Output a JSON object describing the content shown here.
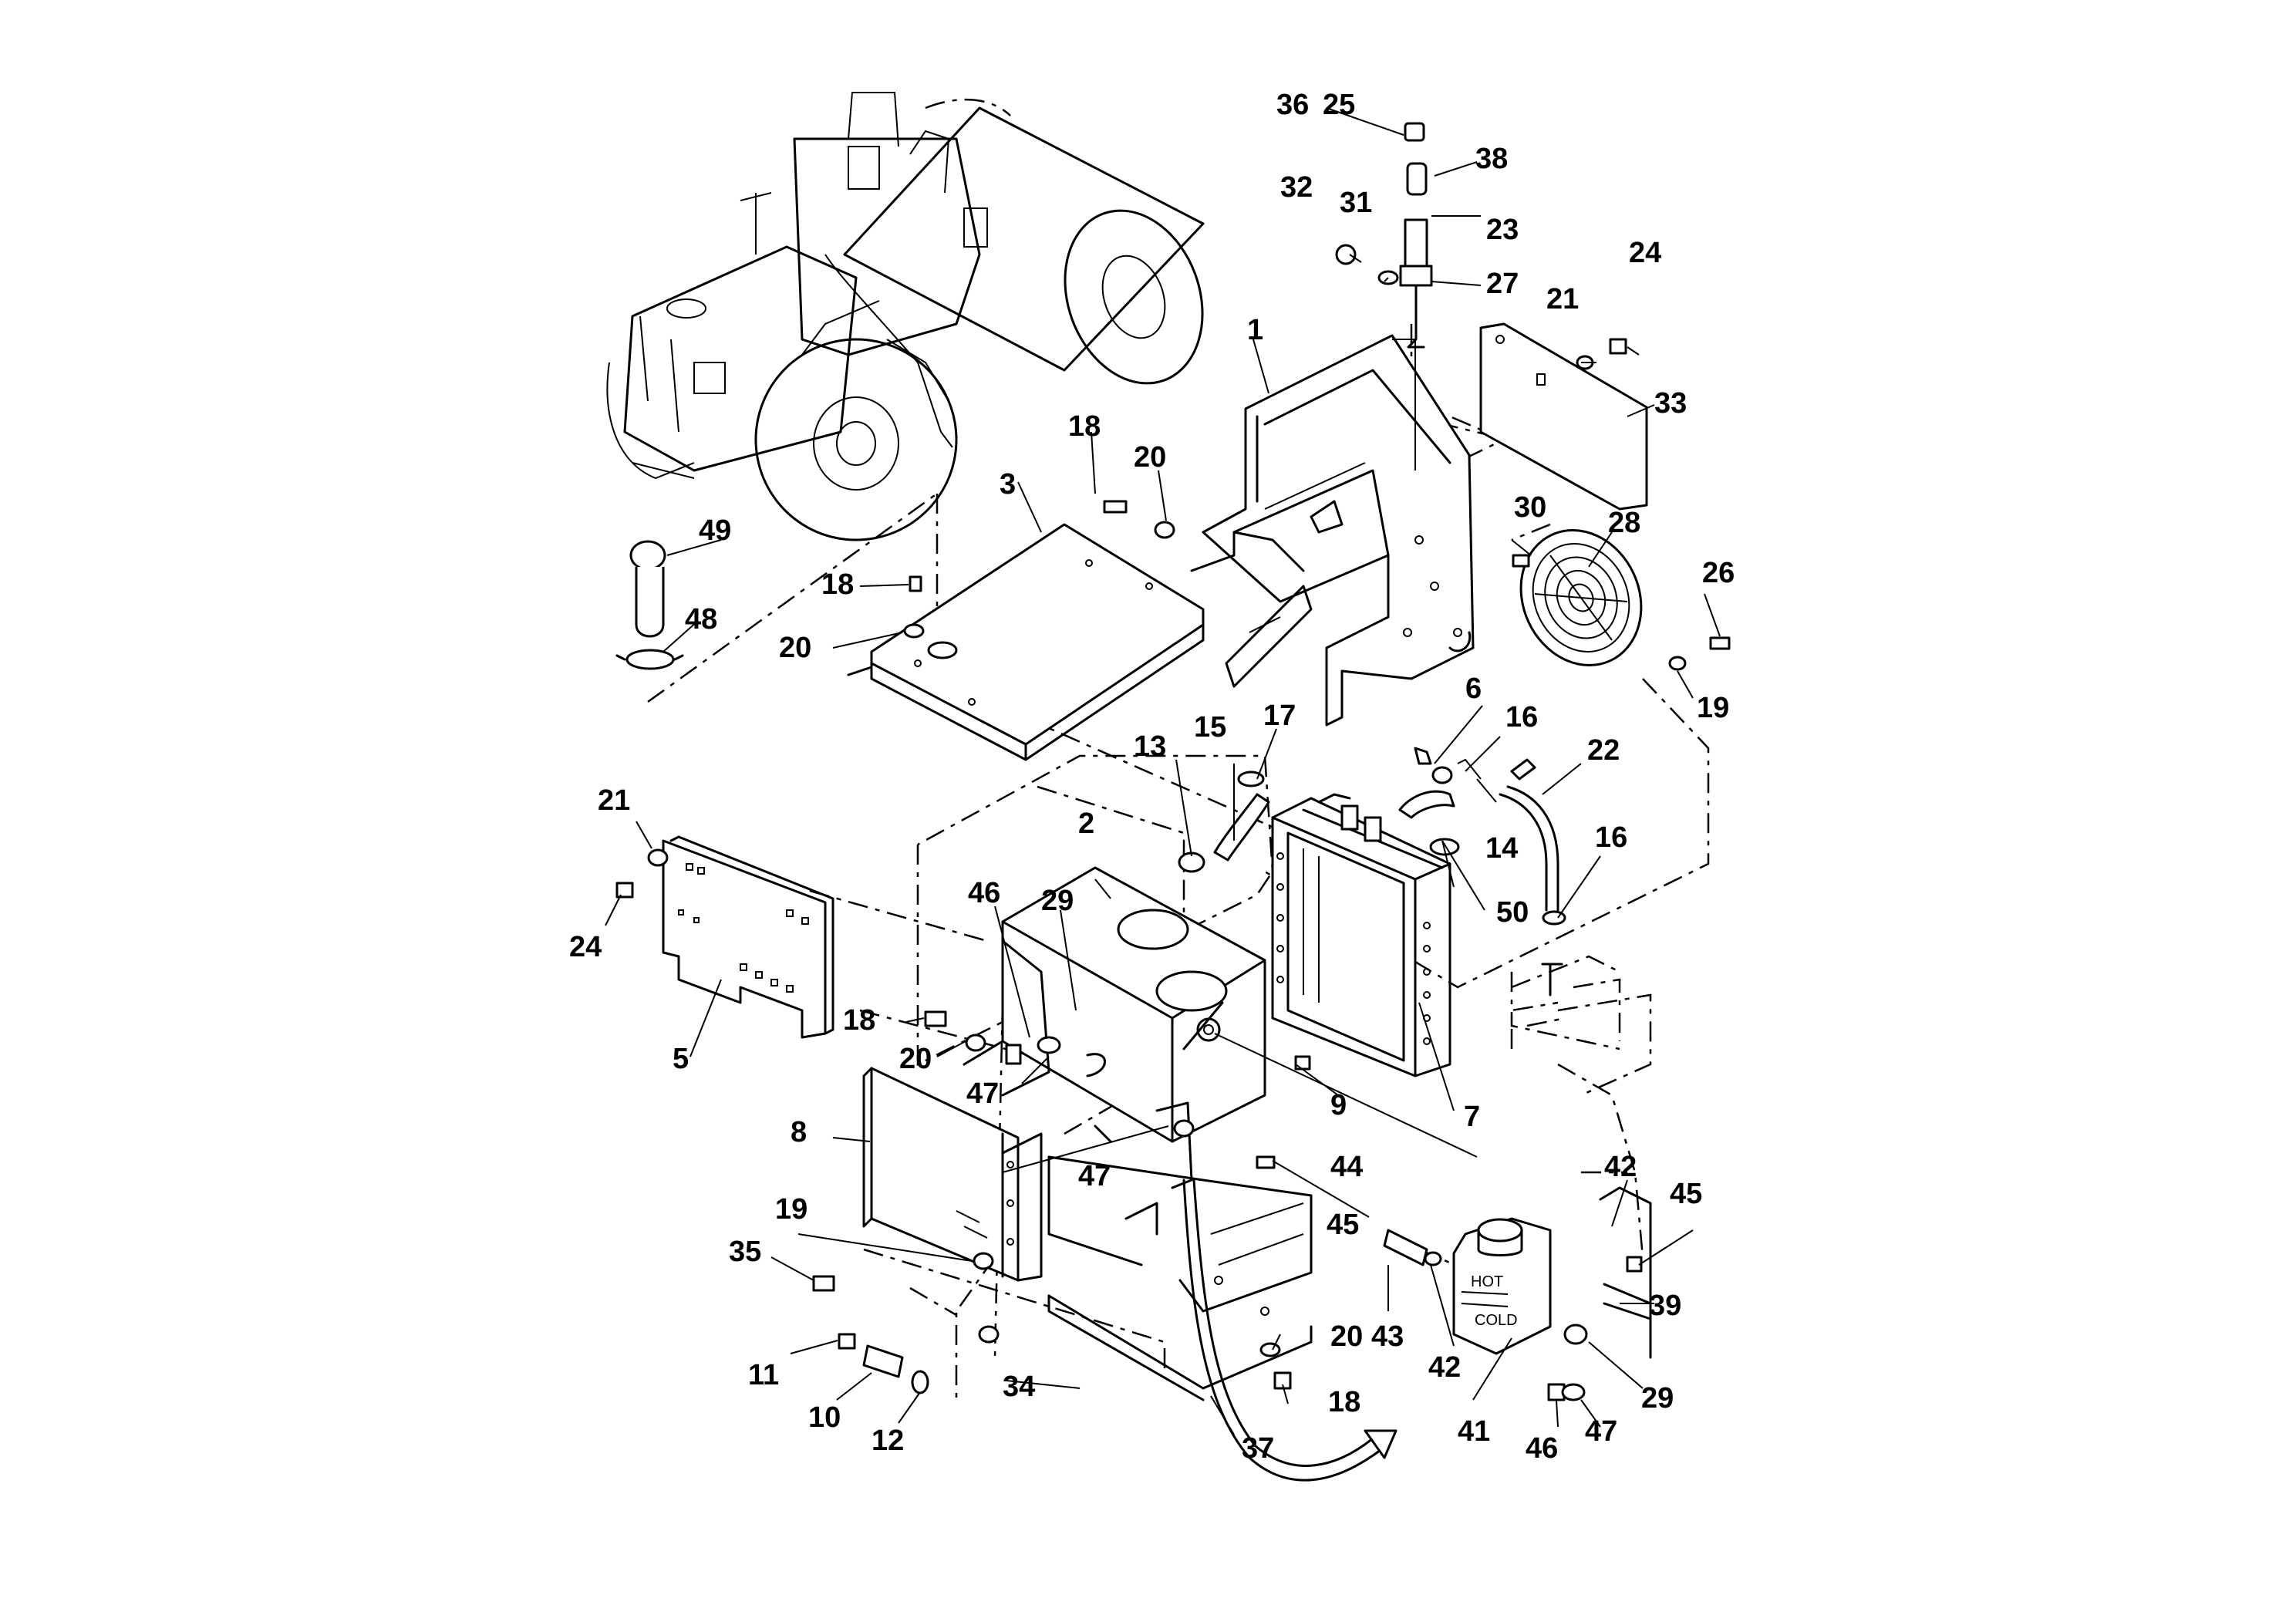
{
  "callouts": [
    "1",
    "2",
    "3",
    "5",
    "6",
    "7",
    "8",
    "9",
    "10",
    "11",
    "12",
    "13",
    "14",
    "15",
    "16",
    "16",
    "17",
    "18",
    "18",
    "18",
    "18",
    "19",
    "19",
    "20",
    "20",
    "20",
    "20",
    "21",
    "21",
    "22",
    "23",
    "24",
    "24",
    "25",
    "26",
    "27",
    "28",
    "29",
    "29",
    "30",
    "31",
    "32",
    "33",
    "34",
    "35",
    "36",
    "37",
    "38",
    "39",
    "41",
    "42",
    "42",
    "43",
    "44",
    "45",
    "45",
    "46",
    "46",
    "47",
    "47",
    "47",
    "48",
    "49",
    "50"
  ],
  "tank_labels": {
    "hot": "HOT",
    "cold": "COLD"
  }
}
